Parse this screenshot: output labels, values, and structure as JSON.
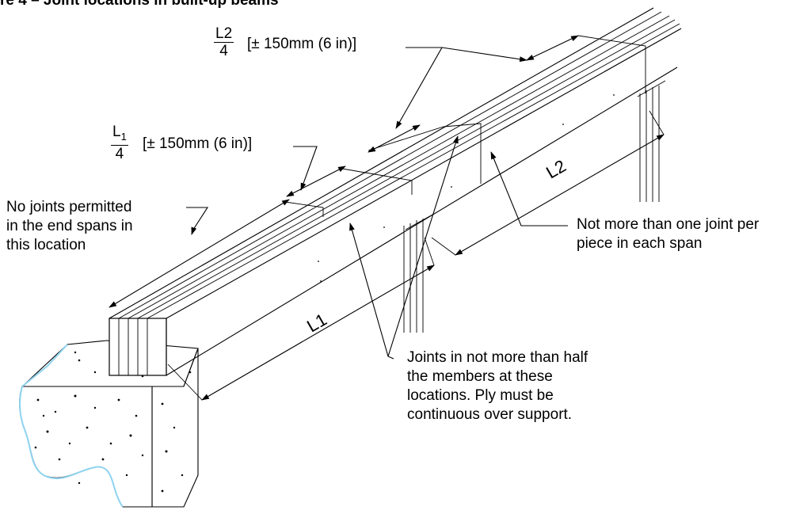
{
  "title": "re 4 – Joint locations in built-up beams",
  "labels": {
    "l2_fraction_num": "L2",
    "l2_fraction_den": "4",
    "l2_tolerance": "[± 150mm (6 in)]",
    "l1_fraction_num_base": "L",
    "l1_fraction_num_sub": "1",
    "l1_fraction_den": "4",
    "l1_tolerance": "[± 150mm (6 in)]",
    "no_joints_line1": "No joints permitted",
    "no_joints_line2": "in the end spans in",
    "no_joints_line3": "this location",
    "one_joint_line1": "Not more than one joint per",
    "one_joint_line2": "piece in each span",
    "half_line1": "Joints in not more than half",
    "half_line2": "the members at these",
    "half_line3": "locations. Ply must be",
    "half_line4": "continuous over support.",
    "span_l1": "L1",
    "span_l2": "L2"
  },
  "colors": {
    "ink": "#000000",
    "concrete_edge": "#8fd3f0"
  }
}
